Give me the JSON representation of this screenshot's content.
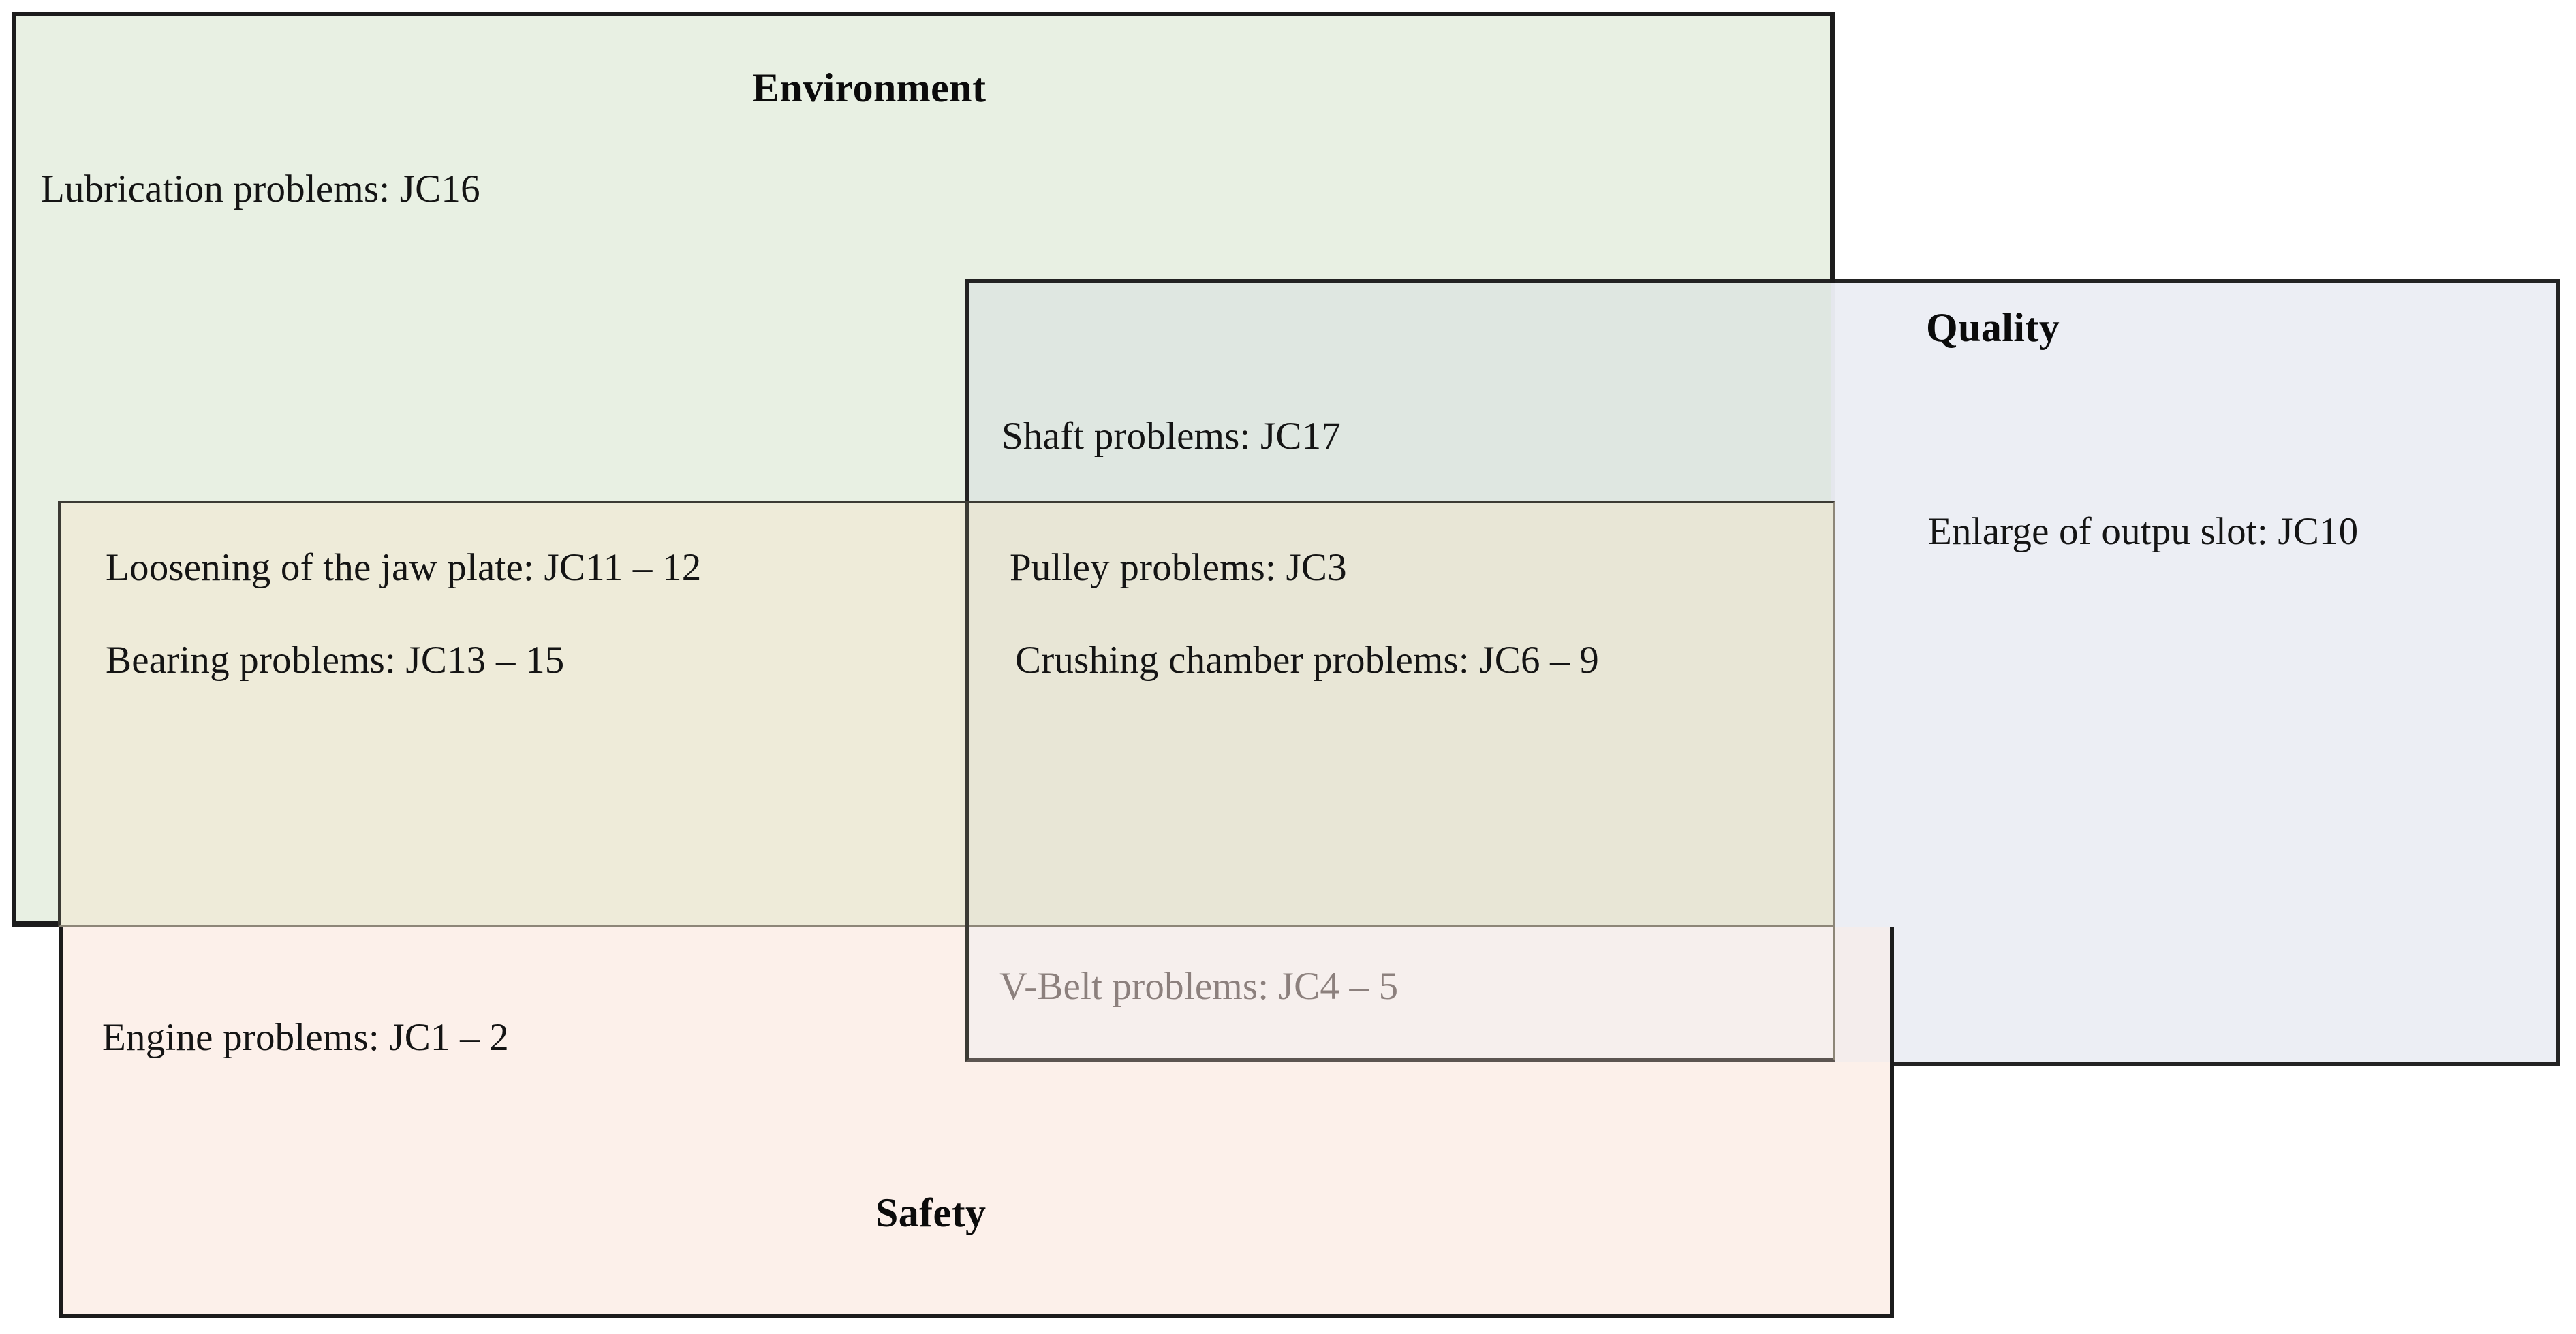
{
  "diagram": {
    "type": "venn-overlap-rectangles",
    "title_regions": [
      {
        "key": "environment",
        "label": "Environment",
        "fill": "#e8f0e3"
      },
      {
        "key": "quality",
        "label": "Quality",
        "fill": "#eceef4"
      },
      {
        "key": "safety",
        "label": "Safety",
        "fill": "#fcf0ea"
      },
      {
        "key": "center",
        "label": "",
        "fill": "#eeebd9"
      }
    ],
    "environment": {
      "label": "Environment",
      "items": [
        {
          "id": "lubrication",
          "text": "Lubrication problems: JC16",
          "codes": "JC16"
        }
      ]
    },
    "quality": {
      "label": "Quality",
      "items": [
        {
          "id": "enlarge",
          "text": "Enlarge of outpu slot: JC10",
          "codes": "JC10"
        }
      ]
    },
    "safety": {
      "label": "Safety",
      "items": [
        {
          "id": "engine",
          "text": "Engine problems: JC1 – 2",
          "codes": "JC1 – 2"
        }
      ]
    },
    "environment_quality": {
      "items": [
        {
          "id": "shaft",
          "text": "Shaft problems: JC17",
          "codes": "JC17"
        }
      ]
    },
    "environment_safety": {
      "items": [
        {
          "id": "loosening",
          "text": "Loosening of the jaw plate: JC11 – 12",
          "codes": "JC11 – 12"
        },
        {
          "id": "bearing",
          "text": "Bearing problems: JC13 – 15",
          "codes": "JC13 – 15"
        }
      ]
    },
    "all_three": {
      "items": [
        {
          "id": "pulley",
          "text": "Pulley problems: JC3",
          "codes": "JC3"
        },
        {
          "id": "crushing",
          "text": "Crushing chamber problems: JC6 – 9",
          "codes": "JC6 – 9"
        }
      ]
    },
    "quality_safety": {
      "items": [
        {
          "id": "vbelt",
          "text": "V-Belt problems: JC4 – 5",
          "codes": "JC4 – 5",
          "color": "#8c807d"
        }
      ]
    },
    "colors": {
      "environment_fill": "#e8f0e3",
      "quality_fill": "#eceef4",
      "safety_fill": "#fcf0ea",
      "center_fill": "#eeebd9",
      "border": "#1c1c1c",
      "text": "#141414",
      "muted_text": "#8c807d"
    }
  }
}
